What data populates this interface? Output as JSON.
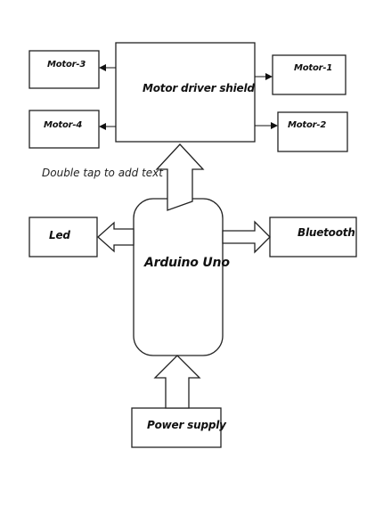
{
  "diagram": {
    "nodes": {
      "motor_driver_shield": "Motor driver shield",
      "motor_1": "Motor-1",
      "motor_2": "Motor-2",
      "motor_3": "Motor-3",
      "motor_4": "Motor-4",
      "arduino_uno": "Arduino Uno",
      "led": "Led",
      "bluetooth": "Bluetooth",
      "power_supply": "Power supply"
    },
    "hint_text": "Double tap to add text",
    "edges": [
      {
        "from": "motor_driver_shield",
        "to": "motor_1"
      },
      {
        "from": "motor_driver_shield",
        "to": "motor_2"
      },
      {
        "from": "motor_driver_shield",
        "to": "motor_3"
      },
      {
        "from": "motor_driver_shield",
        "to": "motor_4"
      },
      {
        "from": "arduino_uno",
        "to": "motor_driver_shield"
      },
      {
        "from": "arduino_uno",
        "to": "led"
      },
      {
        "from": "arduino_uno",
        "to": "bluetooth"
      },
      {
        "from": "power_supply",
        "to": "arduino_uno"
      }
    ]
  }
}
